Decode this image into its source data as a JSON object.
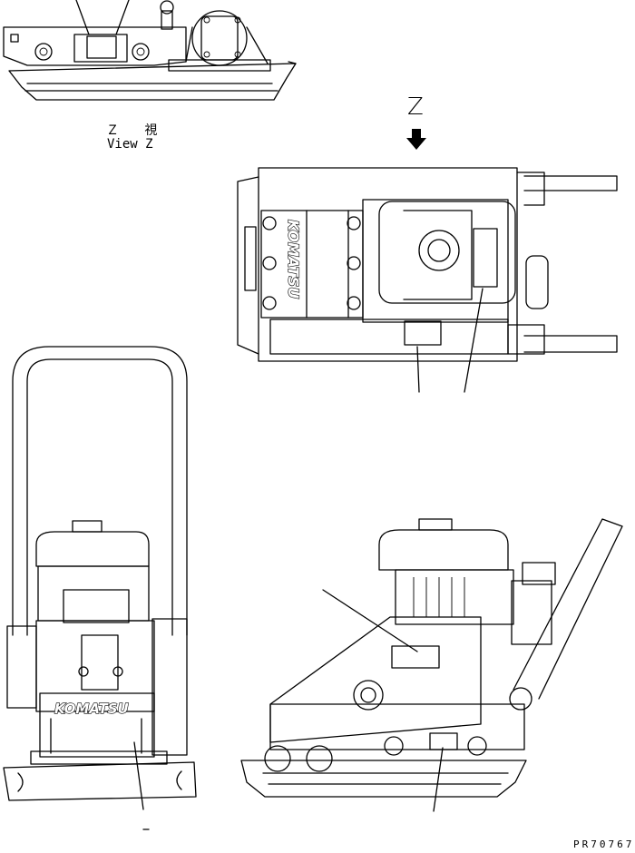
{
  "captions": {
    "view_jp": "Ｚ 視",
    "view_en": "View Z",
    "view_marker": "Z",
    "part_number": "PR70767"
  },
  "logos": {
    "brand": "KOMATSU"
  }
}
